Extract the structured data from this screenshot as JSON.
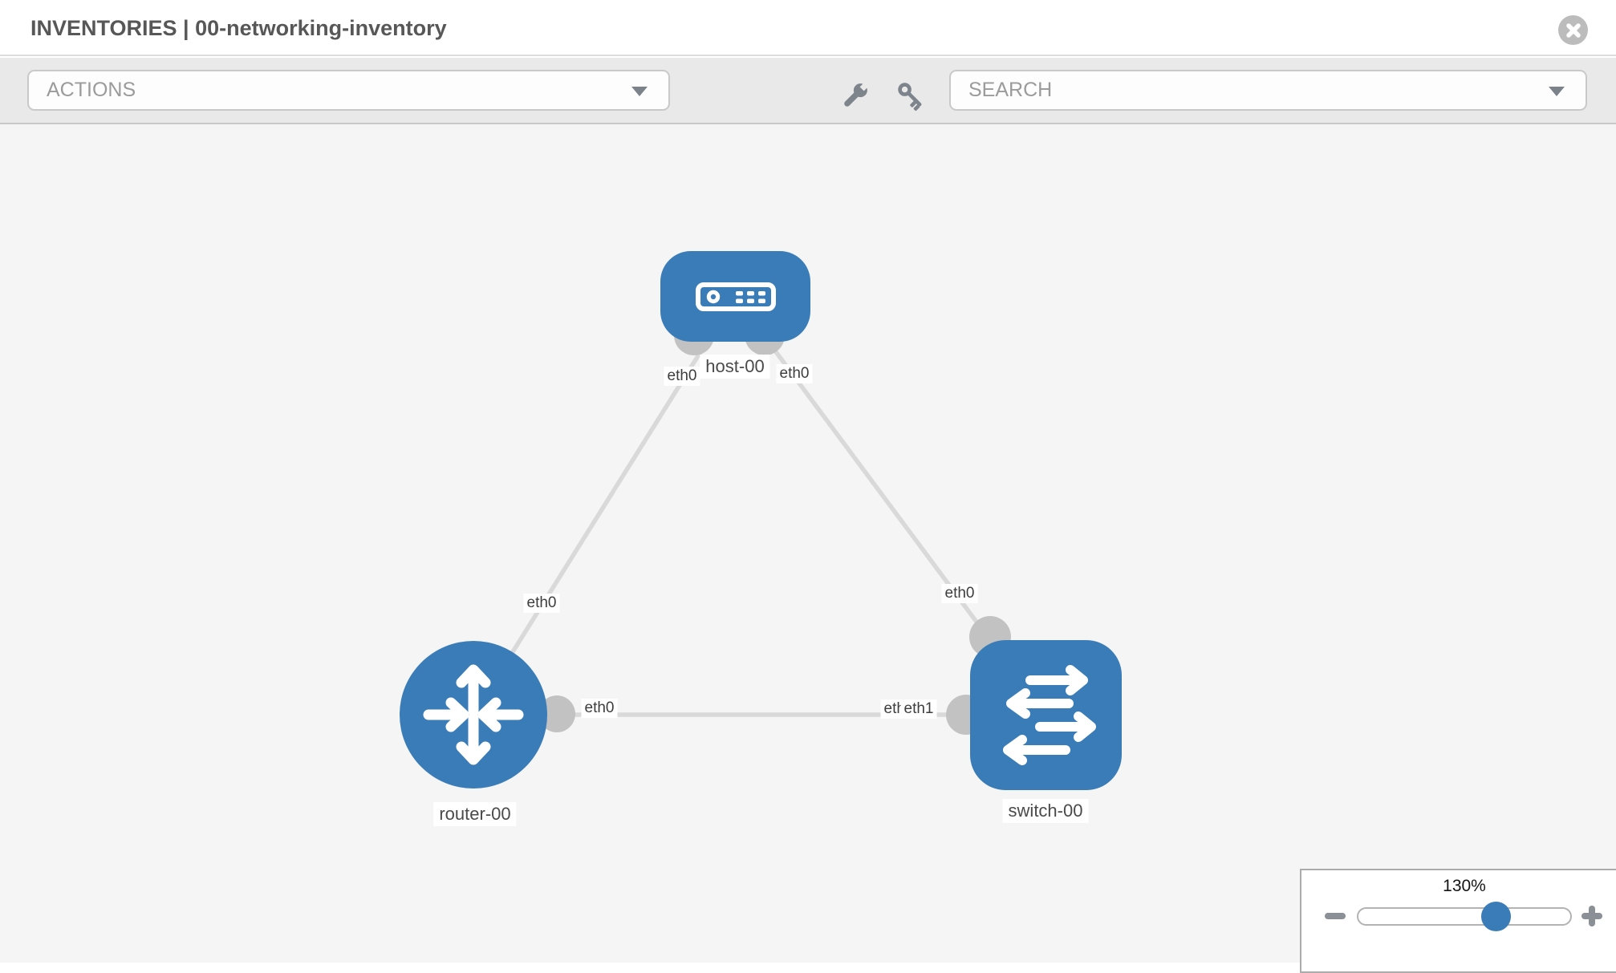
{
  "header": {
    "title": "INVENTORIES | 00-networking-inventory",
    "close_icon": "circle-x-icon"
  },
  "toolbar": {
    "actions_dropdown": {
      "value": "ACTIONS"
    },
    "search_dropdown": {
      "placeholder": "SEARCH"
    },
    "tools": [
      {
        "icon": "wrench-icon"
      },
      {
        "icon": "key-icon"
      }
    ]
  },
  "canvas": {
    "nodes": [
      {
        "id": "host-00",
        "type": "host",
        "label": "host-00",
        "icon": "host-icon"
      },
      {
        "id": "router-00",
        "type": "router",
        "label": "router-00",
        "icon": "router-icon"
      },
      {
        "id": "switch-00",
        "type": "switch",
        "label": "switch-00",
        "icon": "switch-icon"
      }
    ],
    "links": [
      {
        "from": "host-00",
        "to": "router-00",
        "from_interface": "eth0",
        "to_interface": "eth0"
      },
      {
        "from": "host-00",
        "to": "switch-00",
        "from_interface": "eth0",
        "to_interface": "eth0"
      },
      {
        "from": "router-00",
        "to": "switch-00",
        "from_interface": "eth0",
        "to_interface": "eth1"
      }
    ],
    "interface_labels": [
      "eth0",
      "eth0",
      "eth0",
      "eth0",
      "eth0",
      "eth0",
      "eth1"
    ]
  },
  "zoom_control": {
    "level": "130%",
    "slider_percent": 65,
    "minus_icon": "minus-icon",
    "plus_icon": "plus-icon"
  },
  "colors": {
    "node_fill": "#3a7cb8",
    "link": "#d9d9d9",
    "interface_dot": "#c2c2c2",
    "slider_thumb": "#3a7cb8",
    "toolbar_bg": "#e9e9e9",
    "canvas_bg": "#f5f5f5"
  }
}
